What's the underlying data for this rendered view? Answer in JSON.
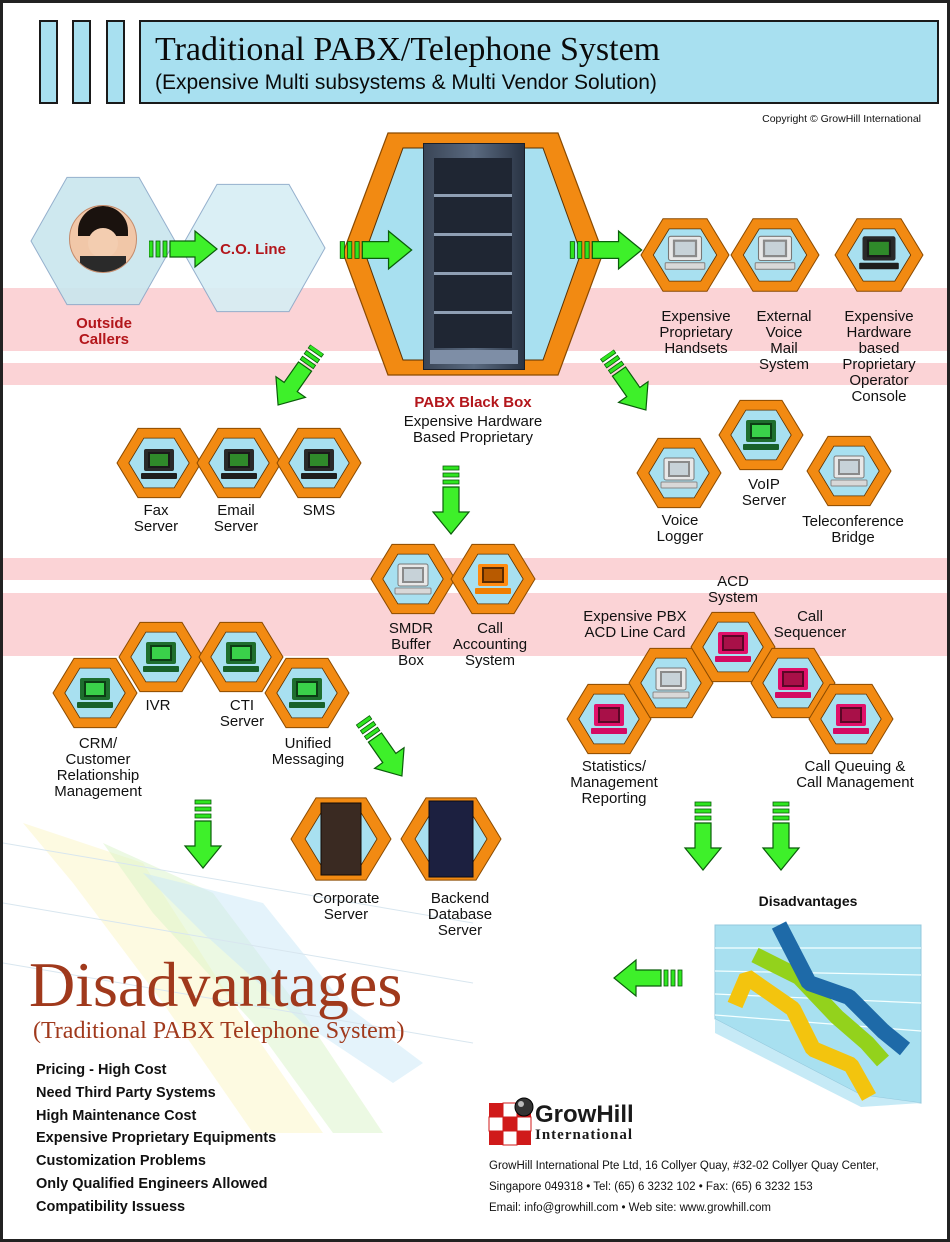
{
  "header": {
    "title": "Traditional PABX/Telephone System",
    "subtitle": "(Expensive Multi subsystems & Multi Vendor Solution)",
    "copyright": "Copyright © GrowHill International"
  },
  "callers": {
    "label_line1": "Outside",
    "label_line2": "Callers",
    "co_line": "C.O. Line"
  },
  "pabx": {
    "title": "PABX Black Box",
    "line1": "Expensive Hardware",
    "line2": "Based Proprietary"
  },
  "right_top": [
    {
      "lines": [
        "Expensive",
        "Proprietary",
        "Handsets"
      ]
    },
    {
      "lines": [
        "External",
        "Voice",
        "Mail",
        "System"
      ]
    },
    {
      "lines": [
        "Expensive",
        "Hardware",
        "based",
        "Proprietary",
        "Operator",
        "Console"
      ]
    }
  ],
  "left_mid": [
    {
      "lines": [
        "Fax",
        "Server"
      ]
    },
    {
      "lines": [
        "Email",
        "Server"
      ]
    },
    {
      "lines": [
        "SMS"
      ]
    }
  ],
  "right_mid": [
    {
      "lines": [
        "Voice",
        "Logger"
      ]
    },
    {
      "lines": [
        "VoIP",
        "Server"
      ]
    },
    {
      "lines": [
        "Teleconference",
        "Bridge"
      ]
    }
  ],
  "center": [
    {
      "lines": [
        "SMDR",
        "Buffer",
        "Box"
      ]
    },
    {
      "lines": [
        "Call",
        "Accounting",
        "System"
      ]
    }
  ],
  "left_group": [
    {
      "lines": [
        "CRM/",
        "Customer",
        "Relationship",
        "Management"
      ]
    },
    {
      "lines": [
        "IVR"
      ]
    },
    {
      "lines": [
        "CTI",
        "Server"
      ]
    },
    {
      "lines": [
        "Unified",
        "Messaging"
      ]
    }
  ],
  "acd_group": [
    {
      "lines": [
        "Expensive PBX",
        "ACD Line Card"
      ]
    },
    {
      "lines": [
        "ACD",
        "System"
      ]
    },
    {
      "lines": [
        "Call",
        "Sequencer"
      ]
    },
    {
      "lines": [
        "Statistics/",
        "Management",
        "Reporting"
      ]
    },
    {
      "lines": [
        "Call Queuing &",
        "Call Management"
      ]
    }
  ],
  "servers": [
    {
      "lines": [
        "Corporate",
        "Server"
      ]
    },
    {
      "lines": [
        "Backend",
        "Database",
        "Server"
      ]
    }
  ],
  "chart_label": "Disadvantages",
  "disadvantages": {
    "title": "Disadvantages",
    "subtitle": "(Traditional PABX Telephone System)",
    "items": [
      "Pricing - High Cost",
      "Need Third Party Systems",
      "High Maintenance Cost",
      "Expensive Proprietary Equipments",
      "Customization Problems",
      "Only Qualified Engineers Allowed",
      "Compatibility Issuess"
    ]
  },
  "logo": {
    "name": "GrowHill",
    "sub": "International"
  },
  "company": {
    "line1": "GrowHill International Pte Ltd, 16 Collyer Quay, #32-02 Collyer Quay Center,",
    "line2": "Singapore 049318 • Tel: (65) 6 3232 102 • Fax: (65) 6 3232 153",
    "line3": "Email: info@growhill.com • Web site: www.growhill.com"
  },
  "colors": {
    "orange": "#f28a12",
    "light_blue": "#a8e0f0",
    "green_arrow": "#33ee22",
    "band_pink": "#fbd3d6",
    "title_brown": "#a0391c",
    "caller_red": "#b3161b"
  }
}
